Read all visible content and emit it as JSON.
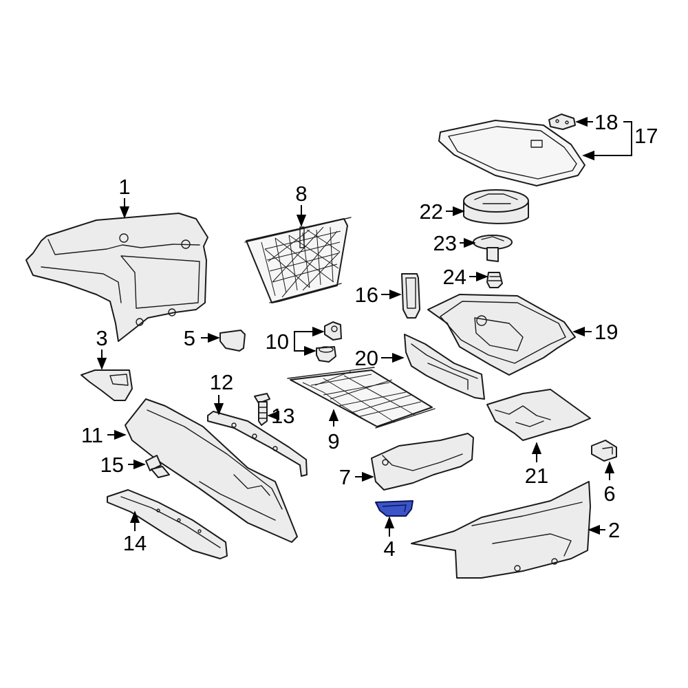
{
  "diagram": {
    "highlight_color": "#3b55c8",
    "callouts": [
      {
        "id": "c1",
        "label": "1"
      },
      {
        "id": "c2",
        "label": "2"
      },
      {
        "id": "c3",
        "label": "3"
      },
      {
        "id": "c4",
        "label": "4"
      },
      {
        "id": "c5",
        "label": "5"
      },
      {
        "id": "c6",
        "label": "6"
      },
      {
        "id": "c7",
        "label": "7"
      },
      {
        "id": "c8",
        "label": "8"
      },
      {
        "id": "c9",
        "label": "9"
      },
      {
        "id": "c10",
        "label": "10"
      },
      {
        "id": "c11",
        "label": "11"
      },
      {
        "id": "c12",
        "label": "12"
      },
      {
        "id": "c13",
        "label": "13"
      },
      {
        "id": "c14",
        "label": "14"
      },
      {
        "id": "c15",
        "label": "15"
      },
      {
        "id": "c16",
        "label": "16"
      },
      {
        "id": "c17",
        "label": "17"
      },
      {
        "id": "c18",
        "label": "18"
      },
      {
        "id": "c19",
        "label": "19"
      },
      {
        "id": "c20",
        "label": "20"
      },
      {
        "id": "c21",
        "label": "21"
      },
      {
        "id": "c22",
        "label": "22"
      },
      {
        "id": "c23",
        "label": "23"
      },
      {
        "id": "c24",
        "label": "24"
      }
    ]
  }
}
